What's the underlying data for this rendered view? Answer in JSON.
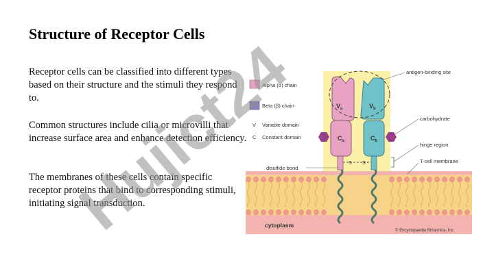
{
  "slide": {
    "title": "Structure of Receptor Cells",
    "paragraphs": [
      "Receptor cells can be classified into different types based on their structure and the stimuli they respond to.",
      "Common structures include cilia or microvilli that increase surface area and enhance detection efficiency.",
      "The membranes of these cells contain specific receptor proteins that bind to corresponding stimuli, initiating signal transduction."
    ]
  },
  "figure": {
    "legend": {
      "alpha": "Alpha (α) chain",
      "beta": "Beta (β) chain",
      "v_key": "V",
      "v_label": "Variable domain",
      "c_key": "C",
      "c_label": "Constant domain"
    },
    "labels": {
      "antigen_site": "antigen-binding site",
      "carbohydrate": "carbohydrate",
      "hinge": "hinge region",
      "membrane": "T-cell membrane",
      "disulfide": "disulfide bond",
      "cytoplasm": "cytoplasm",
      "credit": "© Encyclopaedia Britannica, Inc."
    },
    "domains": {
      "va_main": "V",
      "va_sub": "a",
      "vb_main": "V",
      "vb_sub": "b",
      "ca_main": "C",
      "ca_sub": "a",
      "cb_main": "C",
      "cb_sub": "b",
      "s1": "S",
      "s2": "S"
    },
    "colors": {
      "alpha": "#e8a3c4",
      "beta": "#6fc3c8",
      "membrane": "#f7d38a",
      "cytoplasm": "#f3b3ae",
      "highlight": "#fbf0a8",
      "carbohydrate": "#9a3f8c"
    }
  },
  "watermark": {
    "text": "Hujict24",
    "color": "#8e8e8e"
  }
}
